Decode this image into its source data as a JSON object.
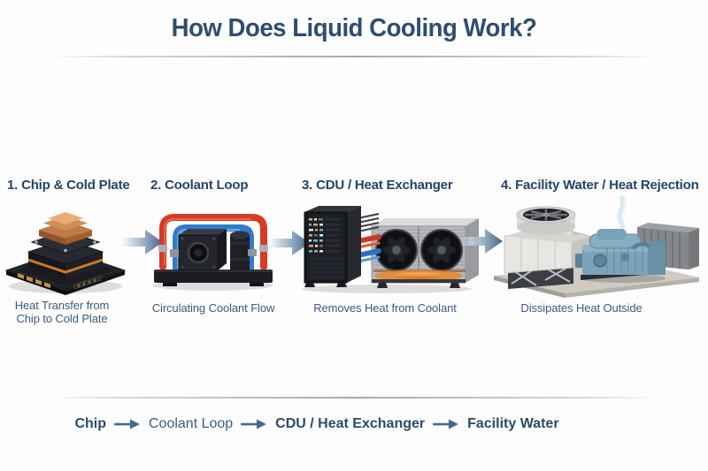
{
  "header": {
    "title": "How Does Liquid Cooling Work?"
  },
  "steps": [
    {
      "label": "1. Chip & Cold Plate",
      "caption": "Heat Transfer from Chip to Cold Plate",
      "illustration": "chip-cold-plate"
    },
    {
      "label": "2. Coolant Loop",
      "caption": "Circulating Coolant Flow",
      "illustration": "coolant-loop-pump"
    },
    {
      "label": "3. CDU / Heat Exchanger",
      "caption": "Removes Heat from Coolant",
      "illustration": "cdu-heat-exchanger"
    },
    {
      "label": "4. Facility Water / Heat Rejection",
      "caption": "Dissipates Heat Outside",
      "illustration": "cooling-tower-chiller"
    }
  ],
  "flow": {
    "items": [
      {
        "label": "Chip",
        "emphasis": "bold"
      },
      {
        "label": "Coolant Loop",
        "emphasis": "regular"
      },
      {
        "label": "CDU / Heat Exchanger",
        "emphasis": "bold"
      },
      {
        "label": "Facility Water",
        "emphasis": "bold"
      }
    ]
  },
  "colors": {
    "title_navy": "#2e4d71",
    "label_navy": "#24436a",
    "caption_navy": "#3a5a7e",
    "arrow_steel_blue": "#3e6490",
    "hot_loop_red": "#d63b28",
    "cold_loop_blue": "#2e7ccb",
    "copper": "#bf7a45",
    "glow_orange": "#e8872f",
    "background": "#fdfdfd"
  }
}
